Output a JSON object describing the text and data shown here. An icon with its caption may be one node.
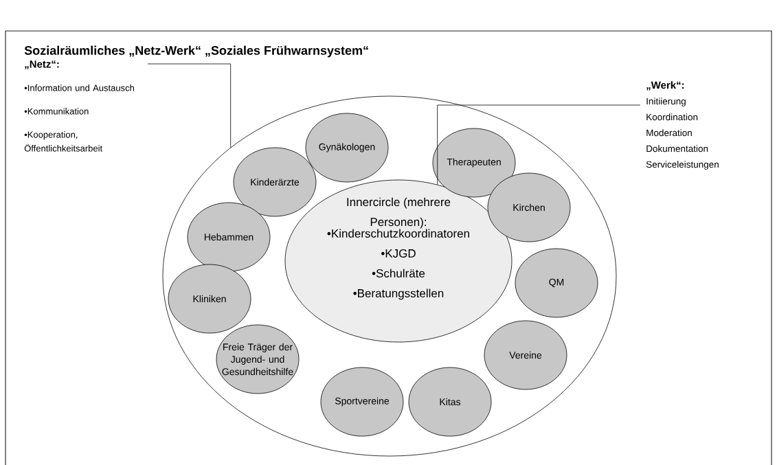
{
  "diagram": {
    "title": "Sozialräumliches „Netz-Werk“ „Soziales Frühwarnsystem“",
    "nodes": [
      {
        "text": [
          "„Netz“:",
          "•Information und Austausch",
          "•Kommunikation",
          "•Kooperation, Öffentlichkeitsarbeit"
        ]
      },
      {
        "text": [
          "„Werk“:",
          "Initiierung",
          "Koordination",
          "Moderation",
          "Dokumentation",
          "Serviceleistungen"
        ]
      },
      {
        "text": [],
        "shape": "ellipse"
      },
      {
        "text": [
          "Innercircle (mehrere Personen):",
          "•Kinderschutzkoordinatoren",
          "•KJGD",
          "•Schulräte",
          "•Beratungsstellen"
        ],
        "in": 2
      },
      {
        "text": [
          "Gynäkologen"
        ],
        "in": 2
      },
      {
        "text": [
          "Therapeuten"
        ],
        "in": 2
      },
      {
        "text": [
          "Kinderärzte"
        ],
        "in": 2
      },
      {
        "text": [
          "Kirchen"
        ],
        "in": 2
      },
      {
        "text": [
          "Hebammen"
        ],
        "in": 2
      },
      {
        "text": [
          "QM"
        ],
        "in": 2
      },
      {
        "text": [
          "Kliniken"
        ],
        "in": 2
      },
      {
        "text": [
          "Vereine"
        ],
        "in": 2
      },
      {
        "text": [
          "Freie Träger der Jugend- und Gesundheitshilfe"
        ],
        "in": 2
      },
      {
        "text": [
          "Sportvereine"
        ],
        "in": 2
      },
      {
        "text": [
          "Kitas"
        ],
        "in": 2
      }
    ],
    "edges": [
      {
        "from": 0,
        "to": 2,
        "arrow": "none"
      },
      {
        "from": 1,
        "to": 3,
        "arrow": "none"
      }
    ]
  }
}
